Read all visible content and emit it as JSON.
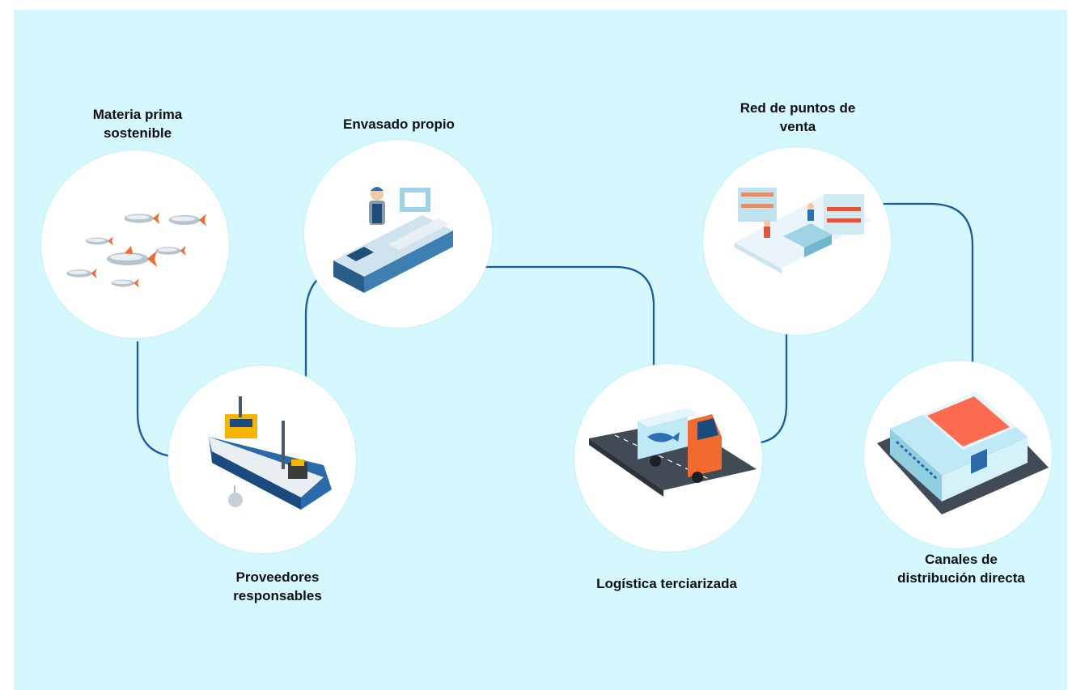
{
  "stages": [
    {
      "id": "materia",
      "label_lines": [
        "Materia prima",
        "sostenible"
      ],
      "icon": "fish-school-icon"
    },
    {
      "id": "envasado",
      "label_lines": [
        "Envasado propio"
      ],
      "icon": "packaging-line-icon"
    },
    {
      "id": "proveedores",
      "label_lines": [
        "Proveedores",
        "responsables"
      ],
      "icon": "fishing-boat-icon"
    },
    {
      "id": "logistica",
      "label_lines": [
        "Logística terciarizada"
      ],
      "icon": "delivery-truck-icon"
    },
    {
      "id": "red",
      "label_lines": [
        "Red de puntos de",
        "venta"
      ],
      "icon": "supermarket-icon"
    },
    {
      "id": "canales",
      "label_lines": [
        "Canales de",
        "distribución directa"
      ],
      "icon": "distribution-building-icon"
    }
  ],
  "colors": {
    "background": "#d4f8fd",
    "circle": "#ffffff",
    "connector": "#1b5aa0",
    "accent": "#f26a2e",
    "label": "#0f0f14"
  }
}
